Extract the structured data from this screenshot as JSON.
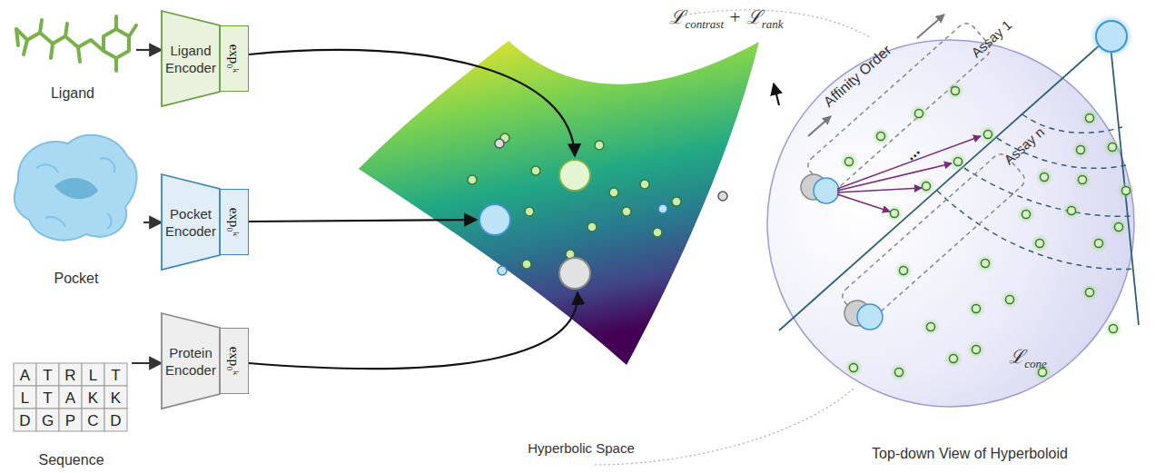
{
  "diagram": {
    "nodes": [
      {
        "text": [
          "Ligand"
        ]
      },
      {
        "text": [
          "Ligand Encoder"
        ]
      },
      {
        "text": [
          "exp₀ᵏ"
        ],
        "in": 1
      },
      {
        "text": [
          "Pocket"
        ]
      },
      {
        "text": [
          "Pocket Encoder"
        ]
      },
      {
        "text": [
          "exp₀ᵏ"
        ],
        "in": 4
      },
      {
        "text": [
          "Sequence"
        ]
      },
      {
        "text": [
          "Protein Encoder"
        ]
      },
      {
        "text": [
          "exp₀ᵏ"
        ],
        "in": 7
      }
    ],
    "edges": [
      {
        "from": 0,
        "to": 1,
        "arrow": "to"
      },
      {
        "from": 3,
        "to": 4,
        "arrow": "to"
      },
      {
        "from": 6,
        "to": 7,
        "arrow": "to"
      }
    ],
    "labels": [
      "ℒcontrast + ℒrank",
      "Affinity Order",
      "Assay 1",
      "...",
      "Assay n",
      "ℒcone",
      "Hyperbolic Space",
      "Top-down View of Hyperboloid",
      "A",
      "T",
      "R",
      "L",
      "T",
      "L",
      "T",
      "A",
      "K",
      "K",
      "D",
      "G",
      "P",
      "C",
      "D"
    ]
  }
}
